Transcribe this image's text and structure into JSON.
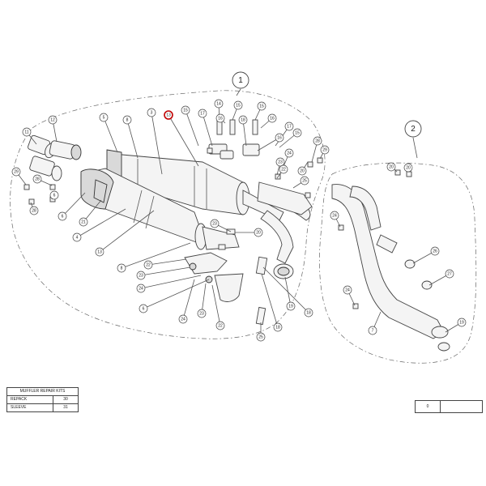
{
  "assemblies": [
    {
      "label": "1"
    },
    {
      "label": "2"
    }
  ],
  "callouts": [
    "1",
    "2",
    "3",
    "4",
    "5",
    "6",
    "7",
    "8",
    "11",
    "12",
    "13",
    "14",
    "15",
    "16",
    "17",
    "18",
    "19",
    "20",
    "21",
    "22",
    "23",
    "24",
    "25",
    "26",
    "27",
    "28",
    "29"
  ],
  "highlighted_callout": "13",
  "repair_kits": {
    "title": "MUFFLER REPAIR KITS",
    "rows": [
      {
        "name": "REPACK",
        "number": "30"
      },
      {
        "name": "SLEEVE",
        "number": "31"
      }
    ]
  },
  "title_block": {
    "revision": "0"
  },
  "colors": {
    "line": "#444444",
    "highlight": "#c00000",
    "background": "#ffffff"
  }
}
